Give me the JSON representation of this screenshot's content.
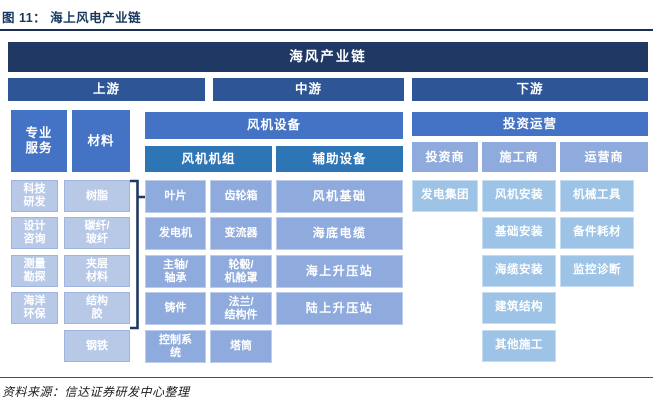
{
  "figure": {
    "title": "图 11：  海上风电产业链",
    "source": "资料来源：信达证券研发中心整理"
  },
  "banner": "海风产业链",
  "tiers": {
    "up": "上游",
    "mid": "中游",
    "down": "下游"
  },
  "upstream": {
    "services_label": "专业\n服务",
    "services": [
      "科技\n研发",
      "设计\n咨询",
      "测量\n勘探",
      "海洋\n环保"
    ],
    "materials_label": "材料",
    "materials": [
      "树脂",
      "碳纤/\n玻纤",
      "夹层\n材料",
      "结构\n胶",
      "钢铁"
    ]
  },
  "midstream": {
    "header": "风机设备",
    "turbine_label": "风机机组",
    "turbine_col_a": [
      "叶片",
      "发电机",
      "主轴/\n轴承",
      "铸件",
      "控制系\n统"
    ],
    "turbine_col_b": [
      "齿轮箱",
      "变流器",
      "轮毂/\n机舱罩",
      "法兰/\n结构件",
      "塔筒"
    ],
    "aux_label": "辅助设备",
    "aux_items": [
      "风机基础",
      "海底电缆",
      "海上升压站",
      "陆上升压站"
    ]
  },
  "downstream": {
    "header": "投资运营",
    "investor_label": "投资商",
    "investor_items": [
      "发电集团"
    ],
    "constructor_label": "施工商",
    "constructor_items": [
      "风机安装",
      "基础安装",
      "海缆安装",
      "建筑结构",
      "其他施工"
    ],
    "operator_label": "运营商",
    "operator_items": [
      "机械工具",
      "备件耗材",
      "监控诊断"
    ]
  },
  "colors": {
    "banner": "#203864",
    "tier_header": "#2E5697",
    "level2_header": "#4472C4",
    "sub_header": "#2E75B6",
    "group_header": "#8FAADC",
    "item_light": "#B8C9E8",
    "item_mid": "#8FAADC",
    "item_sky": "#9DC3E6",
    "title_text": "#17375E"
  }
}
